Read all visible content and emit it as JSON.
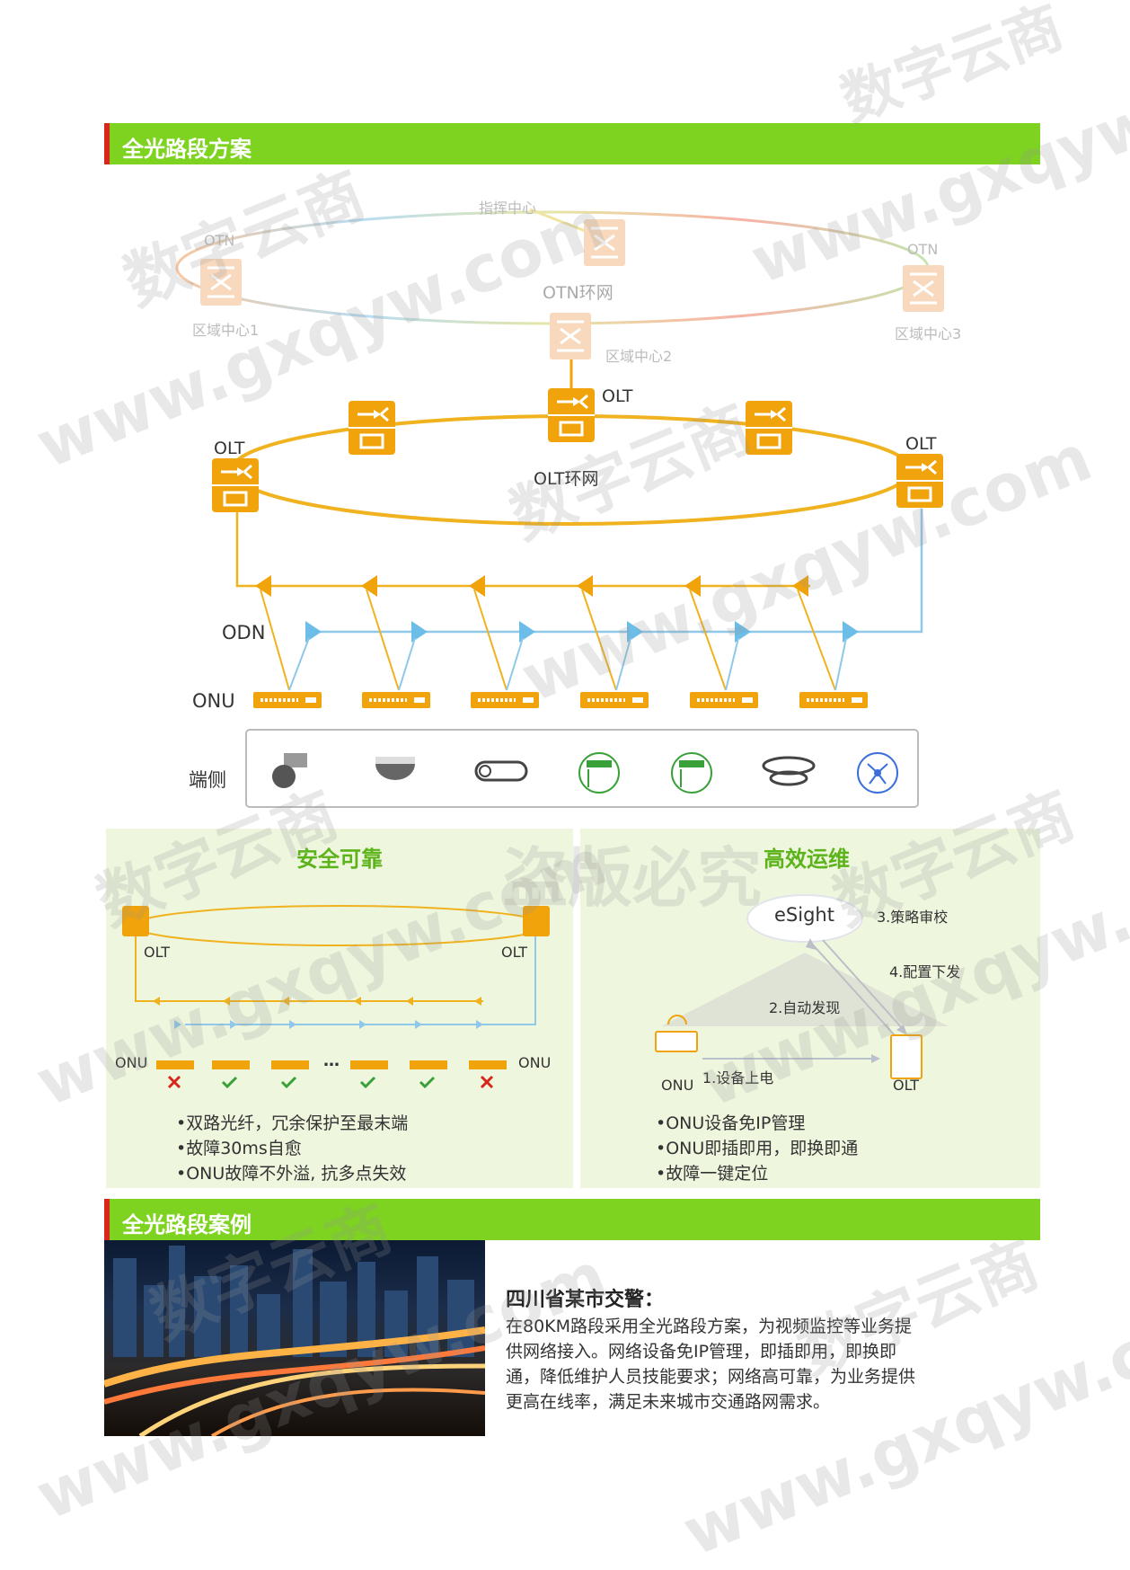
{
  "section1": {
    "title": "全光路段方案"
  },
  "topo": {
    "command_center": "指挥中心",
    "otn_left": "OTN",
    "otn_right": "OTN",
    "otn_ring": "OTN环网",
    "region1": "区域中心1",
    "region2": "区域中心2",
    "region3": "区域中心3",
    "olt_top": "OLT",
    "olt_left": "OLT",
    "olt_right": "OLT",
    "olt_ring": "OLT环网",
    "odn": "ODN",
    "onu": "ONU",
    "terminal": "端侧"
  },
  "panel_left": {
    "title": "安全可靠",
    "olt_left": "OLT",
    "olt_right": "OLT",
    "onu_left": "ONU",
    "onu_right": "ONU",
    "ellipsis": "…",
    "bullets": [
      "•双路光纤，冗余保护至最末端",
      "•故障30ms自愈",
      "•ONU故障不外溢, 抗多点失效"
    ]
  },
  "panel_right": {
    "title": "高效运维",
    "esight": "eSight",
    "step1": "1.设备上电",
    "step2": "2.自动发现",
    "step3": "3.策略审校",
    "step4": "4.配置下发",
    "onu": "ONU",
    "olt": "OLT",
    "bullets": [
      "•ONU设备免IP管理",
      "•ONU即插即用，即换即通",
      "•故障一键定位"
    ]
  },
  "section2": {
    "title": "全光路段案例"
  },
  "case": {
    "title": "四川省某市交警：",
    "body": "在80KM路段采用全光路段方案，为视频监控等业务提供网络接入。网络设备免IP管理，即插即用，即换即通，降低维护人员技能要求；网络高可靠，为业务提供更高在线率，满足未来城市交通路网需求。"
  },
  "watermarks": {
    "cn": "数字云商",
    "url": "www.gxqyw.com",
    "piracy": "盗版必究"
  },
  "colors": {
    "green": "#7ed320",
    "red": "#d9261c",
    "orange": "#f0a30a",
    "blue": "#8fc8e8"
  }
}
